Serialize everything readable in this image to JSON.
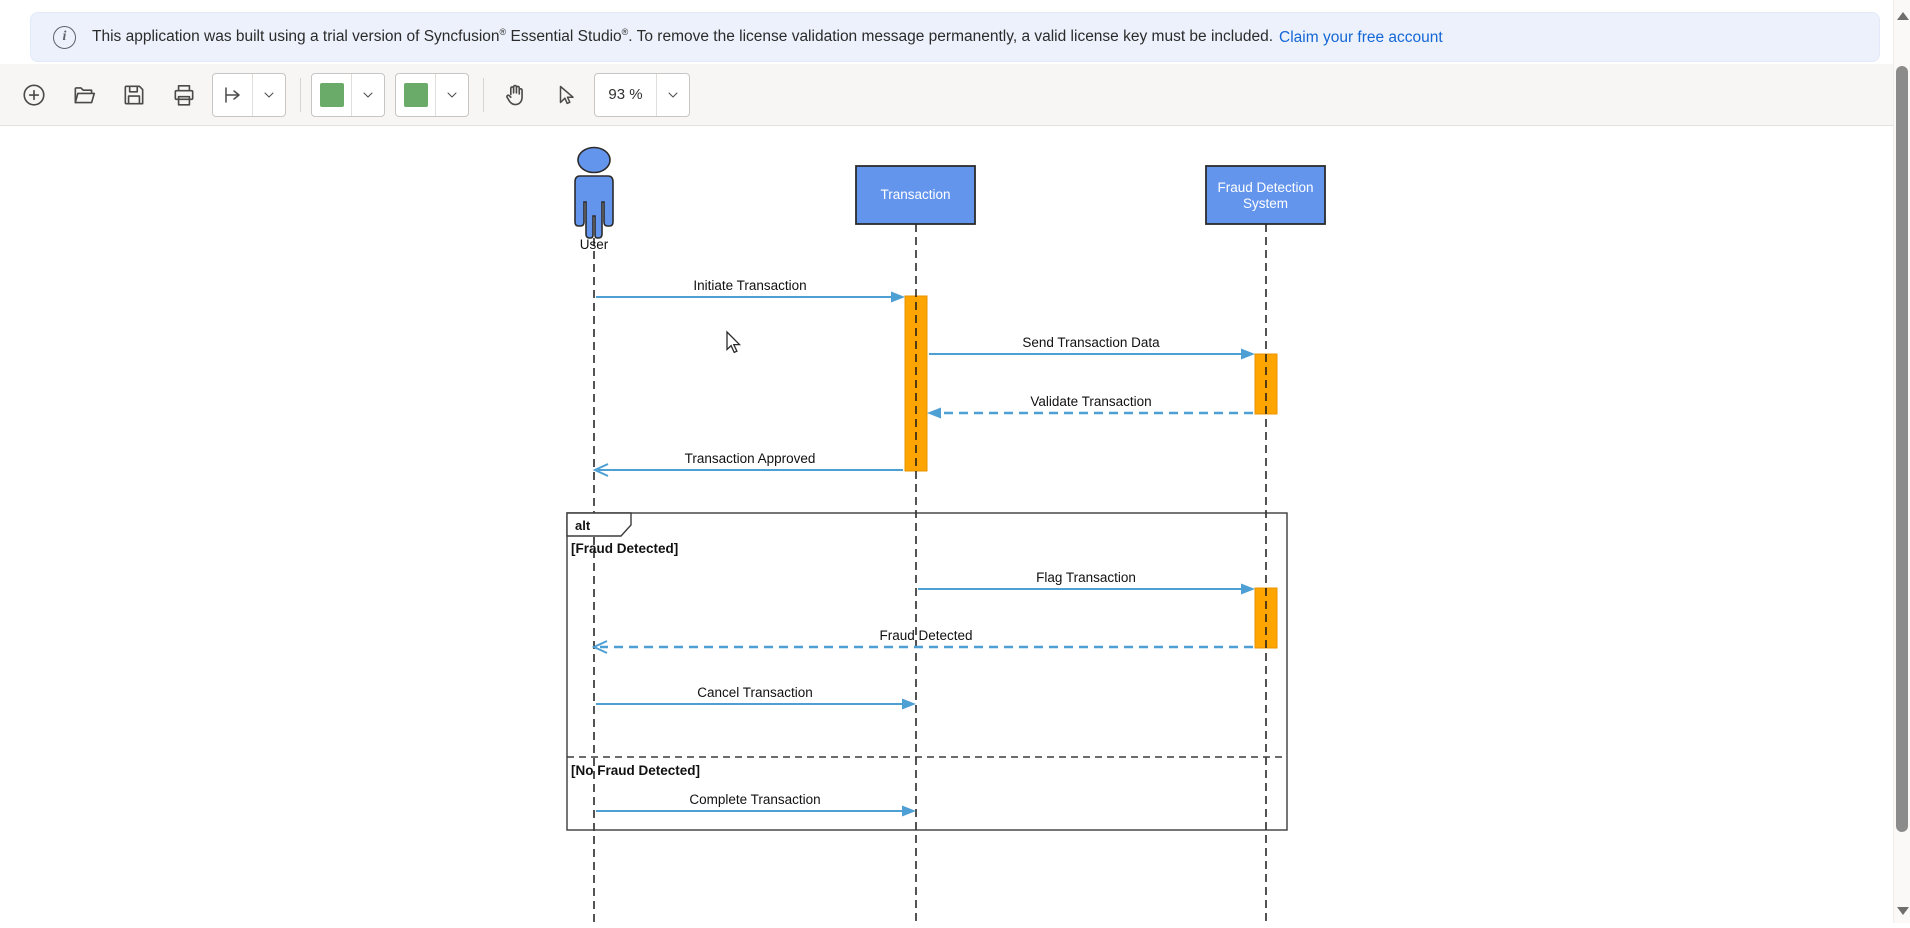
{
  "banner": {
    "info_icon": "i",
    "text_before_brand": "This application was built using a trial version of ",
    "brand": "Syncfusion",
    "reg1": "®",
    "product": " Essential Studio",
    "reg2": "®",
    "text_after": ". To remove the license validation message permanently, a valid license key must be included.",
    "link_label": "Claim your free account"
  },
  "toolbar": {
    "buttons": [
      "add",
      "open",
      "save",
      "print",
      "connector",
      "fill-color",
      "stroke-color",
      "pan",
      "pointer"
    ],
    "zoom_level": "93 %",
    "swatch_fill": "#6AAB6A",
    "swatch_stroke": "#6AAB6A"
  },
  "diagram": {
    "participants": [
      {
        "name": "User",
        "kind": "actor"
      },
      {
        "name": "Transaction",
        "kind": "lifeline"
      },
      {
        "name": "Fraud Detection System",
        "kind": "lifeline",
        "line1": "Fraud Detection",
        "line2": "System"
      }
    ],
    "messages": [
      {
        "label": "Initiate Transaction",
        "from": "User",
        "to": "Transaction",
        "style": "solid"
      },
      {
        "label": "Send Transaction Data",
        "from": "Transaction",
        "to": "Fraud Detection System",
        "style": "solid"
      },
      {
        "label": "Validate Transaction",
        "from": "Fraud Detection System",
        "to": "Transaction",
        "style": "dashed"
      },
      {
        "label": "Transaction Approved",
        "from": "Transaction",
        "to": "User",
        "style": "solid"
      },
      {
        "label": "Flag Transaction",
        "from": "Transaction",
        "to": "Fraud Detection System",
        "style": "solid"
      },
      {
        "label": "Fraud Detected",
        "from": "Fraud Detection System",
        "to": "User",
        "style": "dashed"
      },
      {
        "label": "Cancel Transaction",
        "from": "User",
        "to": "Transaction",
        "style": "solid"
      },
      {
        "label": "Complete Transaction",
        "from": "User",
        "to": "Transaction",
        "style": "solid"
      }
    ],
    "fragment": {
      "operator": "alt",
      "guard1": "[Fraud Detected]",
      "guard2": "[No Fraud Detected]"
    },
    "colors": {
      "participant_fill": "#6495ED",
      "participant_stroke": "#2b2b2b",
      "activation_fill": "#FEA501",
      "activation_stroke": "#E89400",
      "connector": "#4D9FD4",
      "lifeline": "#1a1a1a"
    }
  }
}
